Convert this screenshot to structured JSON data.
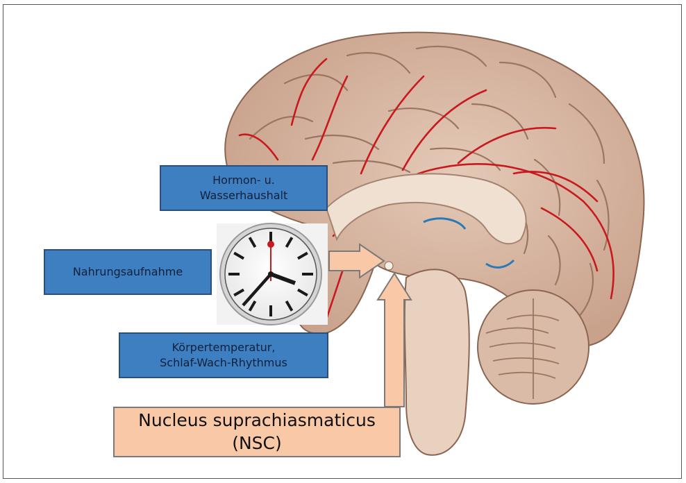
{
  "labels": {
    "hormone": [
      "Hormon- u.",
      "Wasserhaushalt"
    ],
    "food": "Nahrungsaufnahme",
    "temperature": [
      "Körpertemperatur,",
      "Schlaf-Wach-Rhythmus"
    ],
    "nsc": [
      "Nucleus suprachiasmaticus",
      "(NSC)"
    ]
  },
  "colors": {
    "label_box_fill": "#3d7fc1",
    "label_box_border": "#2a4f7a",
    "nsc_box_fill": "#f9c8a7",
    "arrow_fill": "#f9c8a7",
    "brain_tissue": "#d8b9a5",
    "artery": "#c8191e"
  },
  "icons": {
    "clock": "wall-clock-icon"
  }
}
